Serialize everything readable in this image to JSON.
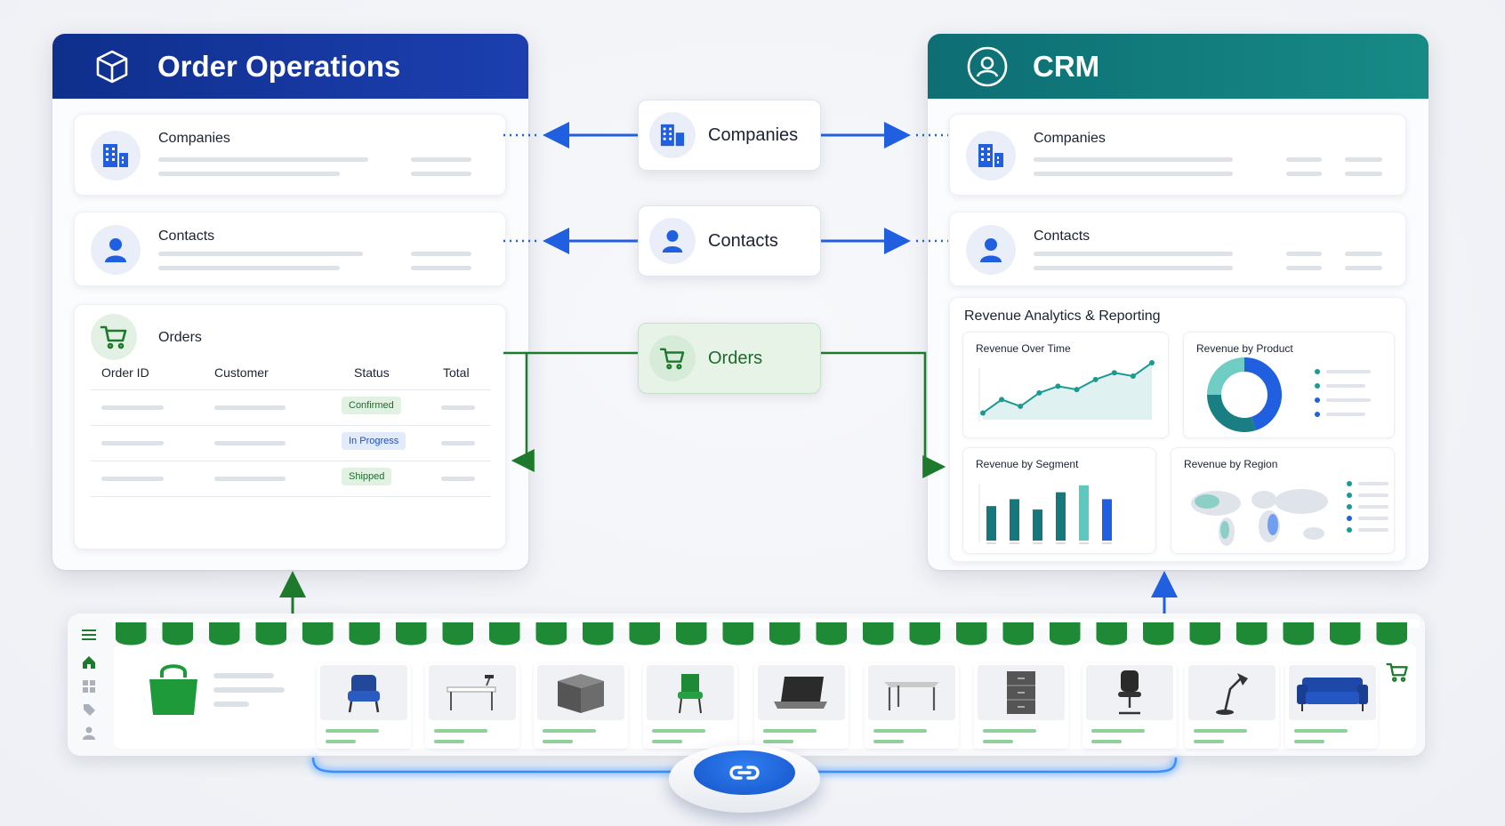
{
  "order_operations": {
    "title": "Order Operations",
    "companies_label": "Companies",
    "contacts_label": "Contacts",
    "orders_label": "Orders",
    "table_headers": [
      "Order ID",
      "Customer",
      "Status",
      "Total"
    ],
    "statuses": [
      "Confirmed",
      "In Progress",
      "Shipped"
    ]
  },
  "sync": {
    "companies": "Companies",
    "contacts": "Contacts",
    "orders": "Orders"
  },
  "crm": {
    "title": "CRM",
    "companies_label": "Companies",
    "contacts_label": "Contacts",
    "analytics_title": "Revenue Analytics & Reporting",
    "charts": [
      "Revenue Over Time",
      "Revenue by Product",
      "Revenue by Segment",
      "Revenue by Region"
    ]
  },
  "colors": {
    "oo_header": "#1c3fb0",
    "crm_header": "#178a86",
    "arrow_blue": "#1f5fe0",
    "arrow_green": "#1d7a2c",
    "teal": "#1a8c8a"
  },
  "icons": [
    "cube-icon",
    "crm-person-icon",
    "building-icon",
    "person-icon",
    "cart-icon",
    "link-icon",
    "shopping-bag-icon"
  ],
  "chart_data": [
    {
      "type": "line",
      "title": "Revenue Over Time",
      "x": [
        1,
        2,
        3,
        4,
        5,
        6,
        7,
        8,
        9,
        10
      ],
      "values": [
        1,
        3,
        2,
        4,
        5,
        4.5,
        6,
        7,
        6.5,
        8.5
      ]
    },
    {
      "type": "pie",
      "title": "Revenue by Product",
      "values": [
        45,
        30,
        25
      ]
    },
    {
      "type": "bar",
      "title": "Revenue by Segment",
      "values": [
        5,
        6,
        4.5,
        7,
        8,
        6
      ]
    }
  ],
  "products": [
    "armchair",
    "desk",
    "storage-box",
    "green-chair",
    "laptop",
    "table",
    "file-cabinet",
    "office-chair",
    "desk-lamp",
    "sofa"
  ]
}
